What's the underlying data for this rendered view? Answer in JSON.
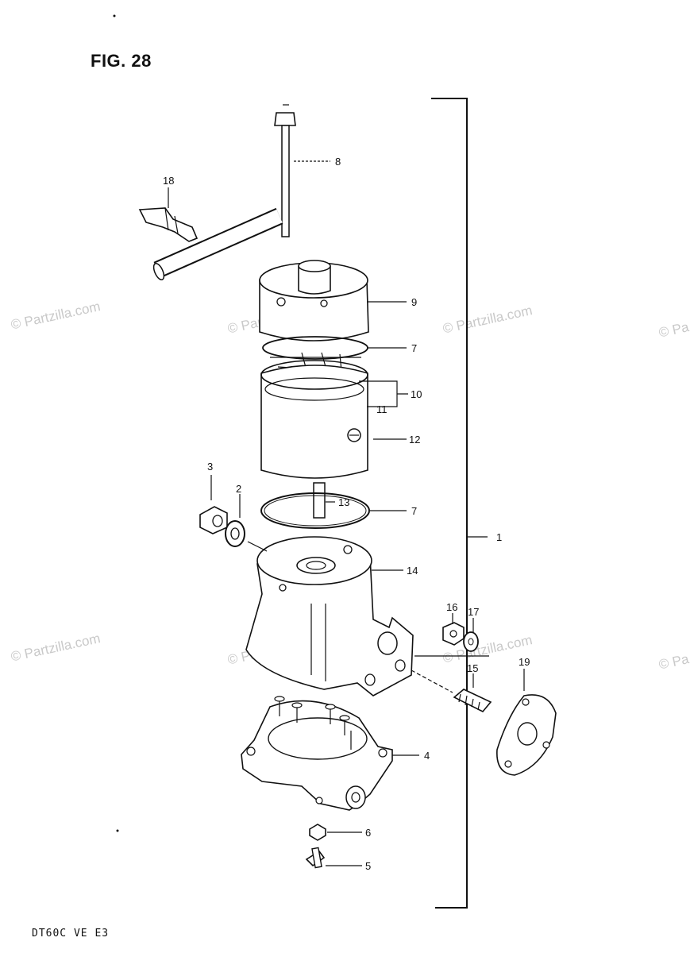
{
  "figure_title": "FIG. 28",
  "model_code": "DT60C VE E3",
  "watermarks": [
    "© Partzilla.com",
    "© Partzilla.com",
    "© Partzilla.com",
    "© Partzilla.com",
    "© Partzilla.com",
    "© Partzilla.com",
    "© Pa",
    "© Pa"
  ],
  "callouts": {
    "c1": "1",
    "c2": "2",
    "c3": "3",
    "c4": "4",
    "c5": "5",
    "c6": "6",
    "c7a": "7",
    "c7b": "7",
    "c8": "8",
    "c9": "9",
    "c10": "10",
    "c11": "11",
    "c12": "12",
    "c13": "13",
    "c14": "14",
    "c15": "15",
    "c16": "16",
    "c17": "17",
    "c18": "18",
    "c19": "19"
  }
}
